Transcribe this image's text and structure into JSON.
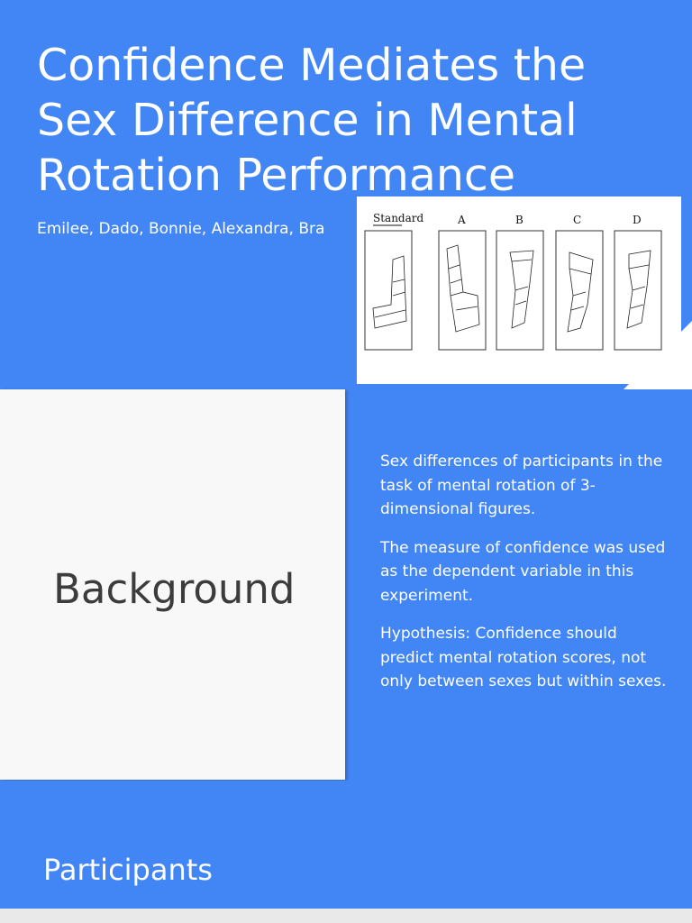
{
  "slide1": {
    "title": "Confidence Mediates the Sex Difference in Mental Rotation Performance",
    "authors": "Emilee, Dado, Bonnie, Alexandra, Bra",
    "figure": {
      "labels": [
        "Standard",
        "A",
        "B",
        "C",
        "D"
      ]
    }
  },
  "slide2": {
    "heading": "Background",
    "paragraphs": [
      "Sex differences of participants in the task of mental rotation of 3-dimensional figures.",
      "The measure of confidence was used as the dependent variable in this experiment.",
      "Hypothesis: Confidence should predict mental rotation scores, not only between sexes but within sexes."
    ]
  },
  "slide3": {
    "heading": "Participants"
  },
  "colors": {
    "slide_blue": "#4285f4",
    "panel_white": "#f8f8f8",
    "heading_dark": "#3c3c3c"
  }
}
